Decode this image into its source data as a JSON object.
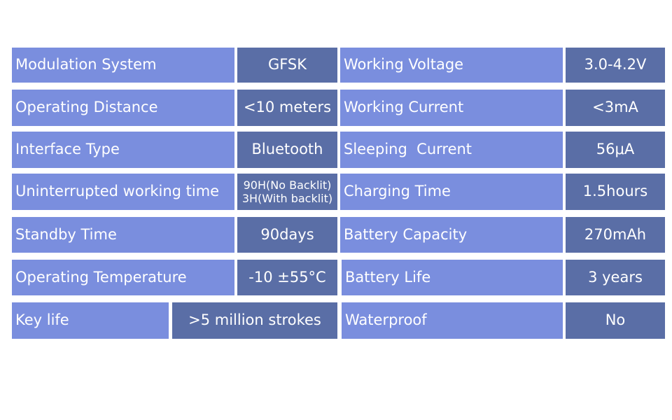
{
  "rows": [
    {
      "left_label": "Modulation System",
      "left_value": "GFSK",
      "right_label": "Working Voltage",
      "right_value": "3.0-4.2V"
    },
    {
      "left_label": "Operating Distance",
      "left_value": "<10 meters",
      "right_label": "Working Current",
      "right_value": "<3mA"
    },
    {
      "left_label": "Interface Type",
      "left_value": "Bluetooth",
      "right_label": "Sleeping  Current",
      "right_value": "56μA"
    },
    {
      "left_label": "Uninterrupted working time",
      "left_value_line1": "90H(No Backlit)",
      "left_value_line2": "3H(With backlit)",
      "right_label": "Charging Time",
      "right_value": "1.5hours"
    },
    {
      "left_label": "Standby Time",
      "left_value": "90days",
      "right_label": "Battery Capacity",
      "right_value": "270mAh"
    },
    {
      "left_label": "Operating Temperature",
      "left_value": "-10 ±55°C",
      "right_label": "Battery Life",
      "right_value": "3 years"
    },
    {
      "left_label": "Key life",
      "left_value": ">5 million strokes",
      "right_label": "Waterproof",
      "right_value": "No"
    }
  ],
  "colors": {
    "label_bg": "#7a8ede",
    "value_bg": "#5a6ea6",
    "text": "#ffffff"
  }
}
